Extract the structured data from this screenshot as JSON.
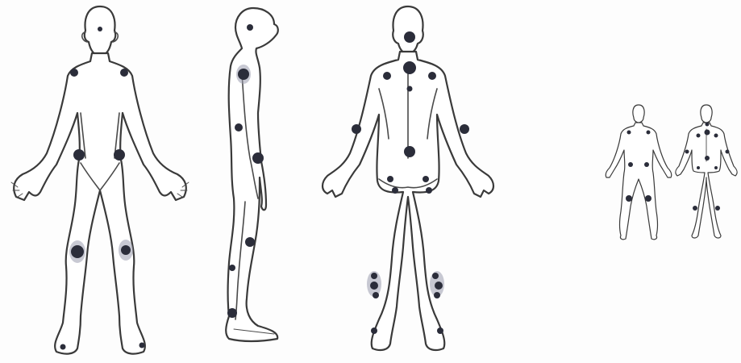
{
  "colors": {
    "background": "#fdfdfd",
    "outline": "#3a3a3a",
    "marker": "#2b2d3a",
    "marker_halo": "#9a9cae"
  },
  "figures": [
    {
      "view": "front"
    },
    {
      "view": "side"
    },
    {
      "view": "back"
    },
    {
      "view": "front-small"
    },
    {
      "view": "back-small"
    }
  ]
}
